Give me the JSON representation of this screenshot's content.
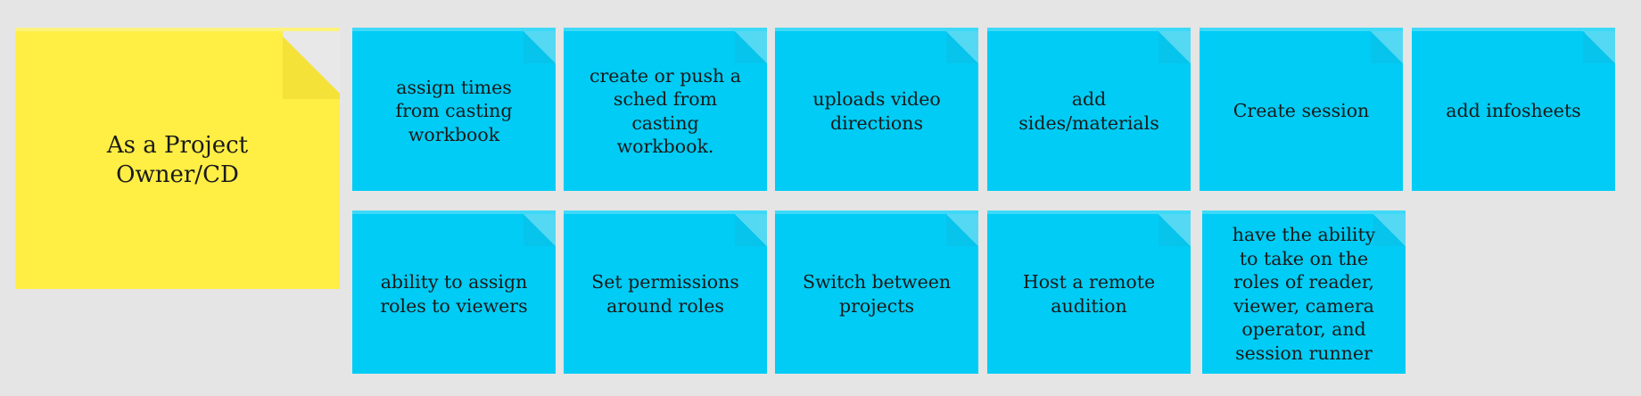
{
  "title_note": {
    "text": "As a Project\nOwner/CD"
  },
  "row1": [
    {
      "text": "assign times\nfrom casting\nworkbook"
    },
    {
      "text": "create or push a\nsched from\ncasting\nworkbook."
    },
    {
      "text": "uploads video\ndirections"
    },
    {
      "text": "add\nsides/materials"
    },
    {
      "text": "Create session"
    },
    {
      "text": "add infosheets"
    }
  ],
  "row2": [
    {
      "text": "ability to assign\nroles to viewers"
    },
    {
      "text": "Set permissions\naround roles"
    },
    {
      "text": "Switch between\nprojects"
    },
    {
      "text": "Host a remote\naudition"
    },
    {
      "text": "have the ability\nto take on the\nroles of reader,\nviewer, camera\noperator, and\nsession runner"
    }
  ],
  "colors": {
    "background": "#e5e5e5",
    "yellow_note": "#ffee44",
    "blue_note": "#00ccf5"
  }
}
